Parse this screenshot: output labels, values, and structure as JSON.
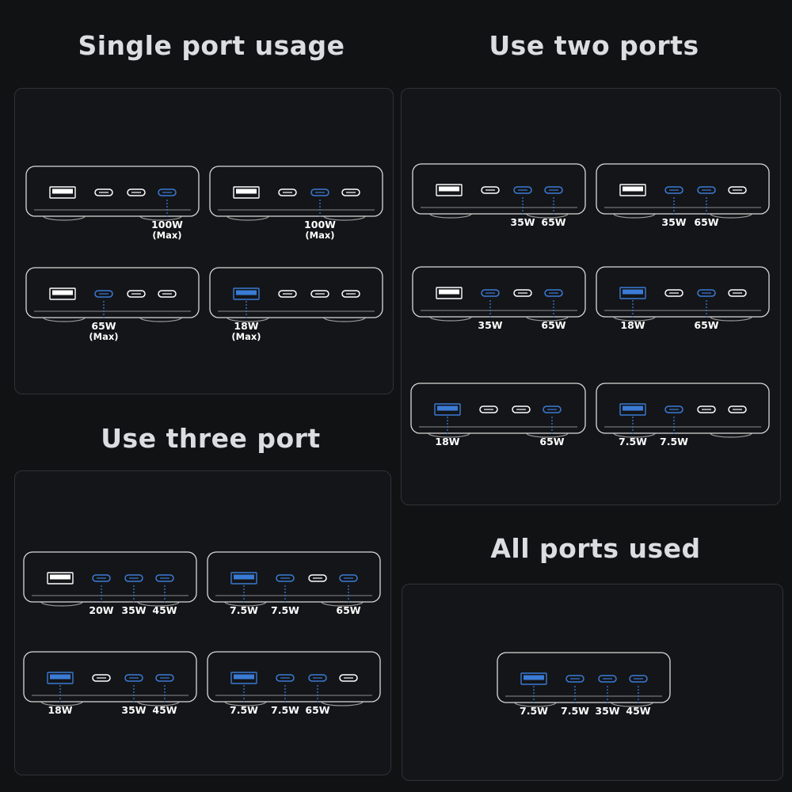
{
  "theme": {
    "active_port_color": "#3a7bd5",
    "outline_color": "#d9d9d9",
    "idle_port_color": "#ffffff"
  },
  "sections": [
    {
      "id": "single",
      "title": "Single port usage",
      "chargers": [
        {
          "active": [
            false,
            false,
            false,
            true
          ],
          "labels": [
            null,
            null,
            null,
            "100W"
          ],
          "sublabels": [
            null,
            null,
            null,
            "(Max)"
          ]
        },
        {
          "active": [
            false,
            false,
            true,
            false
          ],
          "labels": [
            null,
            null,
            "100W",
            null
          ],
          "sublabels": [
            null,
            null,
            "(Max)",
            null
          ]
        },
        {
          "active": [
            false,
            true,
            false,
            false
          ],
          "labels": [
            null,
            "65W",
            null,
            null
          ],
          "sublabels": [
            null,
            "(Max)",
            null,
            null
          ]
        },
        {
          "active": [
            true,
            false,
            false,
            false
          ],
          "labels": [
            "18W",
            null,
            null,
            null
          ],
          "sublabels": [
            "(Max)",
            null,
            null,
            null
          ]
        }
      ]
    },
    {
      "id": "two",
      "title": "Use two ports",
      "chargers": [
        {
          "active": [
            false,
            false,
            true,
            true
          ],
          "labels": [
            null,
            null,
            "35W",
            "65W"
          ],
          "sublabels": [
            null,
            null,
            null,
            null
          ]
        },
        {
          "active": [
            false,
            true,
            true,
            false
          ],
          "labels": [
            null,
            "35W",
            "65W",
            null
          ],
          "sublabels": [
            null,
            null,
            null,
            null
          ]
        },
        {
          "active": [
            false,
            true,
            false,
            true
          ],
          "labels": [
            null,
            "35W",
            null,
            "65W"
          ],
          "sublabels": [
            null,
            null,
            null,
            null
          ]
        },
        {
          "active": [
            true,
            false,
            true,
            false
          ],
          "labels": [
            "18W",
            null,
            "65W",
            null
          ],
          "sublabels": [
            null,
            null,
            null,
            null
          ]
        },
        {
          "active": [
            true,
            false,
            false,
            true
          ],
          "labels": [
            "18W",
            null,
            null,
            "65W"
          ],
          "sublabels": [
            null,
            null,
            null,
            null
          ]
        },
        {
          "active": [
            true,
            true,
            false,
            false
          ],
          "labels": [
            "7.5W",
            "7.5W",
            null,
            null
          ],
          "sublabels": [
            null,
            null,
            null,
            null
          ]
        }
      ]
    },
    {
      "id": "three",
      "title": "Use three port",
      "chargers": [
        {
          "active": [
            false,
            true,
            true,
            true
          ],
          "labels": [
            null,
            "20W",
            "35W",
            "45W"
          ],
          "sublabels": [
            null,
            null,
            null,
            null
          ]
        },
        {
          "active": [
            true,
            true,
            false,
            true
          ],
          "labels": [
            "7.5W",
            "7.5W",
            null,
            "65W"
          ],
          "sublabels": [
            null,
            null,
            null,
            null
          ]
        },
        {
          "active": [
            true,
            false,
            true,
            true
          ],
          "labels": [
            "18W",
            null,
            "35W",
            "45W"
          ],
          "sublabels": [
            null,
            null,
            null,
            null
          ]
        },
        {
          "active": [
            true,
            true,
            true,
            false
          ],
          "labels": [
            "7.5W",
            "7.5W",
            "65W",
            null
          ],
          "sublabels": [
            null,
            null,
            null,
            null
          ]
        }
      ]
    },
    {
      "id": "all",
      "title": "All ports used",
      "chargers": [
        {
          "active": [
            true,
            true,
            true,
            true
          ],
          "labels": [
            "7.5W",
            "7.5W",
            "35W",
            "45W"
          ],
          "sublabels": [
            null,
            null,
            null,
            null
          ]
        }
      ]
    }
  ]
}
